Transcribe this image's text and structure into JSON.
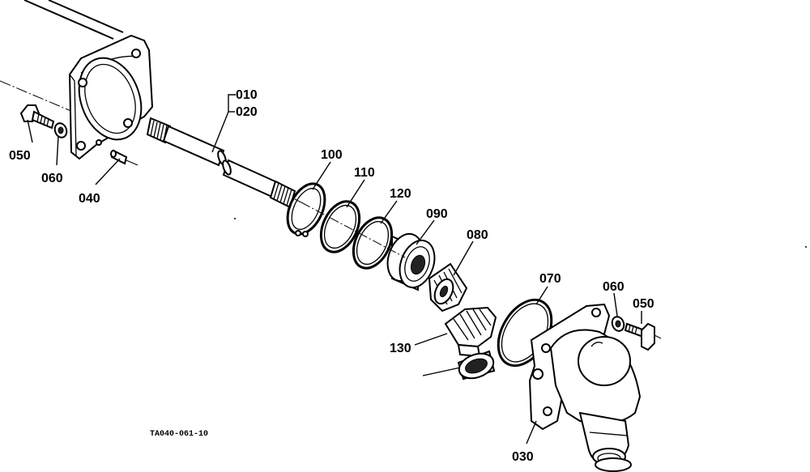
{
  "diagram": {
    "reference_code": "TA040-061-10",
    "callouts": {
      "c010": "010",
      "c020": "020",
      "c030": "030",
      "c040": "040",
      "c050_left": "050",
      "c050_right": "050",
      "c060_left": "060",
      "c060_right": "060",
      "c070": "070",
      "c080": "080",
      "c090": "090",
      "c100": "100",
      "c110": "110",
      "c120": "120",
      "c130": "130"
    }
  }
}
